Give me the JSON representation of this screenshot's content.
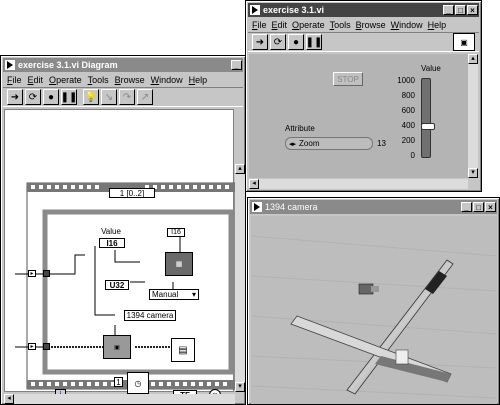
{
  "diagram_window": {
    "title": "exercise 3.1.vi Diagram",
    "menu": [
      "File",
      "Edit",
      "Operate",
      "Tools",
      "Browse",
      "Window",
      "Help"
    ],
    "sequence_label": "1 [0..2]",
    "labels": {
      "value": "Value",
      "i16": "I16",
      "u32": "U32",
      "manual": "Manual",
      "camera_name": "1394 camera",
      "i16_small": "I16",
      "tf": "TF",
      "i": "i"
    }
  },
  "panel_window": {
    "title": "exercise 3.1.vi",
    "menu": [
      "File",
      "Edit",
      "Operate",
      "Tools",
      "Browse",
      "Window",
      "Help"
    ],
    "stop_label": "STOP",
    "value_label": "Value",
    "slider_ticks": [
      "1000",
      "800",
      "600",
      "400",
      "200",
      "0"
    ],
    "slider_value": 400,
    "attribute_label": "Attribute",
    "attribute_value": "Zoom",
    "attribute_number": "13"
  },
  "camera_window": {
    "title": "1394 camera"
  }
}
